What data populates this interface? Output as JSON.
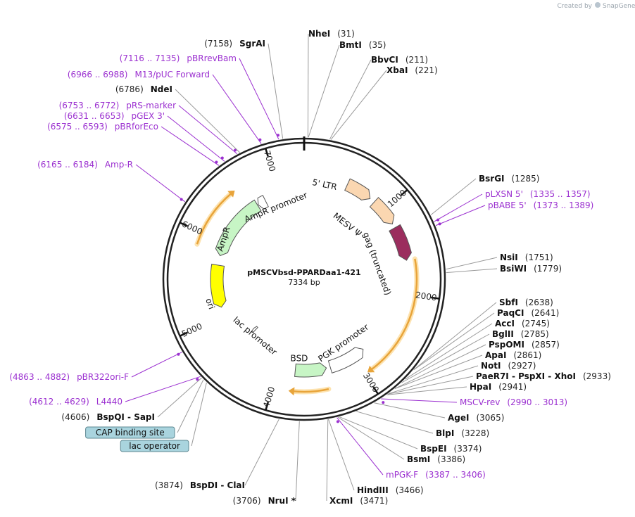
{
  "brand": {
    "prefix": "Created by",
    "name": "SnapGene"
  },
  "plasmid": {
    "name": "pMSCVbsd-PPARDaa1-421",
    "length_label": "7334 bp",
    "length": 7334
  },
  "ticks": [
    {
      "value": 1000,
      "label": "1000"
    },
    {
      "value": 2000,
      "label": "2000"
    },
    {
      "value": 3000,
      "label": "3000"
    },
    {
      "value": 4000,
      "label": "4000"
    },
    {
      "value": 5000,
      "label": "5000"
    },
    {
      "value": 6000,
      "label": "6000"
    },
    {
      "value": 7000,
      "label": "7000"
    }
  ],
  "features": [
    {
      "id": "ltr",
      "label": "5' LTR",
      "start": 500,
      "end": 800,
      "color": "#fbd7b1"
    },
    {
      "id": "mesv",
      "label": "MESV Ψ",
      "start": 860,
      "end": 1180,
      "color": "#fbd7b1"
    },
    {
      "id": "gag",
      "label": "gag (truncated)",
      "start": 1230,
      "end": 1620,
      "color": "#9b2d5e"
    },
    {
      "id": "pgk",
      "label": "PGK promoter",
      "start": 2850,
      "end": 3330,
      "color": "#ffffff"
    },
    {
      "id": "bsd",
      "label": "BSD",
      "start": 3380,
      "end": 3780,
      "color": "#c7f5c5"
    },
    {
      "id": "lacp",
      "label": "lac promoter",
      "start": 4560,
      "end": 4600,
      "color": "#ffffff"
    },
    {
      "id": "ori",
      "label": "ori",
      "start": 5120,
      "end": 5690,
      "color": "#ffff00"
    },
    {
      "id": "ampr",
      "label": "AmpR",
      "start": 5820,
      "end": 6680,
      "color": "#c7f5c5"
    },
    {
      "id": "amprp",
      "label": "AmpR promoter",
      "start": 6690,
      "end": 6800,
      "color": "#ffffff"
    }
  ],
  "orfs": [
    {
      "start": 1620,
      "end": 2930
    },
    {
      "start": 3410,
      "end": 3790
    },
    {
      "start": 5870,
      "end": 6520
    }
  ],
  "sites_right": [
    {
      "name": "NheI",
      "pos": "(31)",
      "site": 31,
      "type": "enzyme"
    },
    {
      "name": "BmtI",
      "pos": "(35)",
      "site": 35,
      "type": "enzyme"
    },
    {
      "name": "BbvCI",
      "pos": "(211)",
      "site": 211,
      "type": "enzyme"
    },
    {
      "name": "XbaI",
      "pos": "(221)",
      "site": 221,
      "type": "enzyme"
    },
    {
      "name": "BsrGI",
      "pos": "(1285)",
      "site": 1285,
      "type": "enzyme"
    },
    {
      "name": "pLXSN 5'",
      "pos": "(1335 .. 1357)",
      "site": 1346,
      "type": "primer"
    },
    {
      "name": "pBABE 5'",
      "pos": "(1373 .. 1389)",
      "site": 1381,
      "type": "primer"
    },
    {
      "name": "NsiI",
      "pos": "(1751)",
      "site": 1751,
      "type": "enzyme"
    },
    {
      "name": "BsiWI",
      "pos": "(1779)",
      "site": 1779,
      "type": "enzyme"
    },
    {
      "name": "SbfI",
      "pos": "(2638)",
      "site": 2638,
      "type": "enzyme"
    },
    {
      "name": "PaqCI",
      "pos": "(2641)",
      "site": 2641,
      "type": "enzyme"
    },
    {
      "name": "AccI",
      "pos": "(2745)",
      "site": 2745,
      "type": "enzyme"
    },
    {
      "name": "BglII",
      "pos": "(2785)",
      "site": 2785,
      "type": "enzyme"
    },
    {
      "name": "PspOMI",
      "pos": "(2857)",
      "site": 2857,
      "type": "enzyme"
    },
    {
      "name": "ApaI",
      "pos": "(2861)",
      "site": 2861,
      "type": "enzyme"
    },
    {
      "name": "NotI",
      "pos": "(2927)",
      "site": 2927,
      "type": "enzyme"
    },
    {
      "name": "PaeR7I - PspXI - XhoI",
      "pos": "(2933)",
      "site": 2933,
      "type": "enzyme"
    },
    {
      "name": "HpaI",
      "pos": "(2941)",
      "site": 2941,
      "type": "enzyme"
    },
    {
      "name": "MSCV-rev",
      "pos": "(2990 .. 3013)",
      "site": 3001,
      "type": "primer"
    },
    {
      "name": "AgeI",
      "pos": "(3065)",
      "site": 3065,
      "type": "enzyme"
    },
    {
      "name": "BlpI",
      "pos": "(3228)",
      "site": 3228,
      "type": "enzyme"
    },
    {
      "name": "BspEI",
      "pos": "(3374)",
      "site": 3374,
      "type": "enzyme"
    },
    {
      "name": "BsmI",
      "pos": "(3386)",
      "site": 3386,
      "type": "enzyme"
    },
    {
      "name": "mPGK-F",
      "pos": "(3387 .. 3406)",
      "site": 3396,
      "type": "primer"
    },
    {
      "name": "HindIII",
      "pos": "(3466)",
      "site": 3466,
      "type": "enzyme"
    },
    {
      "name": "XcmI",
      "pos": "(3471)",
      "site": 3471,
      "type": "enzyme"
    }
  ],
  "sites_left": [
    {
      "name": "NruI *",
      "pos": "(3706)",
      "site": 3706,
      "type": "enzyme"
    },
    {
      "name": "BspDI - ClaI",
      "pos": "(3874)",
      "site": 3874,
      "type": "enzyme"
    },
    {
      "name": "lac operator",
      "pos": "",
      "site": 4550,
      "type": "badge"
    },
    {
      "name": "CAP binding site",
      "pos": "",
      "site": 4585,
      "type": "badge"
    },
    {
      "name": "BspQI - SapI",
      "pos": "(4606)",
      "site": 4606,
      "type": "enzyme"
    },
    {
      "name": "L4440",
      "pos": "(4612 .. 4629)",
      "site": 4620,
      "type": "primer"
    },
    {
      "name": "pBR322ori-F",
      "pos": "(4863 .. 4882)",
      "site": 4872,
      "type": "primer"
    },
    {
      "name": "Amp-R",
      "pos": "(6165 .. 6184)",
      "site": 6174,
      "type": "primer"
    },
    {
      "name": "pBRforEco",
      "pos": "(6575 .. 6593)",
      "site": 6584,
      "type": "primer"
    },
    {
      "name": "pGEX 3'",
      "pos": "(6631 .. 6653)",
      "site": 6642,
      "type": "primer"
    },
    {
      "name": "pRS-marker",
      "pos": "(6753 .. 6772)",
      "site": 6762,
      "type": "primer"
    },
    {
      "name": "NdeI",
      "pos": "(6786)",
      "site": 6786,
      "type": "enzyme"
    },
    {
      "name": "M13/pUC Forward",
      "pos": "(6966 .. 6988)",
      "site": 6977,
      "type": "primer"
    },
    {
      "name": "pBRrevBam",
      "pos": "(7116 .. 7135)",
      "site": 7125,
      "type": "primer"
    },
    {
      "name": "SgrAI",
      "pos": "(7158)",
      "site": 7158,
      "type": "enzyme"
    }
  ],
  "colors": {
    "enzyme_line": "#9a9a9a",
    "primer": "#9b30d0",
    "orf": "#e8a43a",
    "orf_glow": "#fde3b0",
    "backbone": "#222222",
    "badge": "#a9d4de"
  }
}
